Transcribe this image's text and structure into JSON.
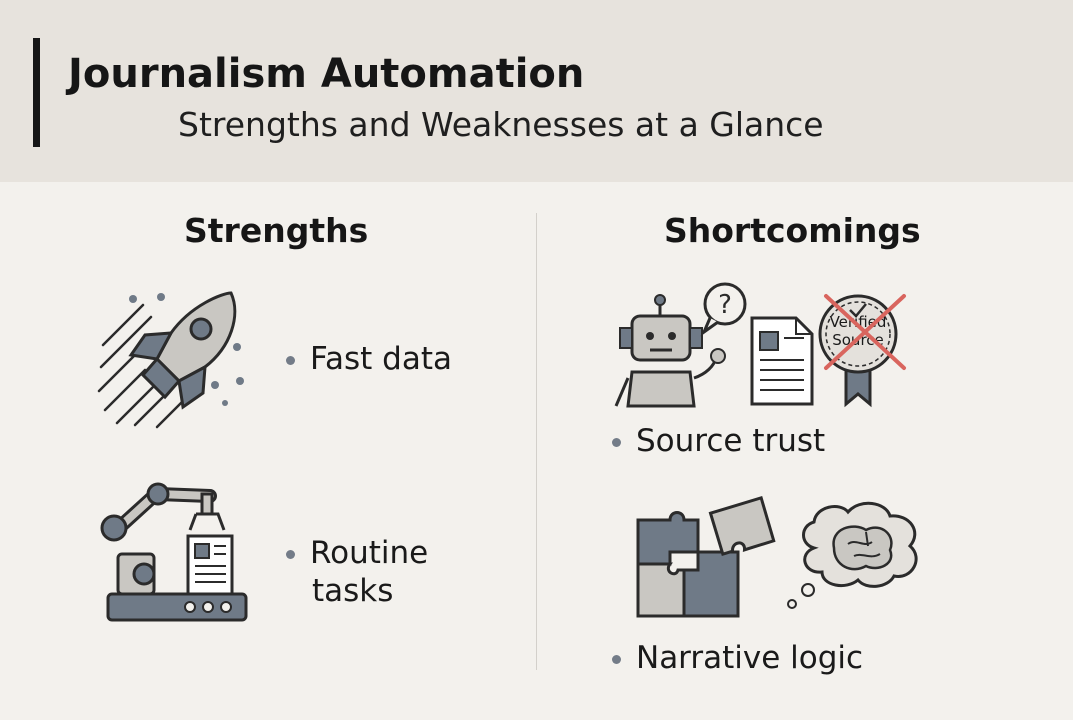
{
  "header": {
    "title": "Journalism Automation",
    "subtitle": "Strengths and Weaknesses at a Glance"
  },
  "strengths": {
    "heading": "Strengths",
    "items": [
      {
        "label": "Fast data",
        "icon": "rocket-icon"
      },
      {
        "label_line1": "Routine",
        "label_line2": "tasks",
        "icon": "robotic-arm-icon"
      }
    ]
  },
  "shortcomings": {
    "heading": "Shortcomings",
    "items": [
      {
        "label": "Source trust",
        "icon": "robot-confused-icon",
        "badge_line1": "Verified",
        "badge_line2": "Source"
      },
      {
        "label": "Narrative logic",
        "icon": "puzzle-brain-icon"
      }
    ]
  },
  "colors": {
    "header_bg": "#e7e3dd",
    "page_bg": "#f3f1ed",
    "icon_slate": "#6f7a87",
    "icon_light": "#c9c7c2",
    "cross_red": "#d9655e"
  }
}
